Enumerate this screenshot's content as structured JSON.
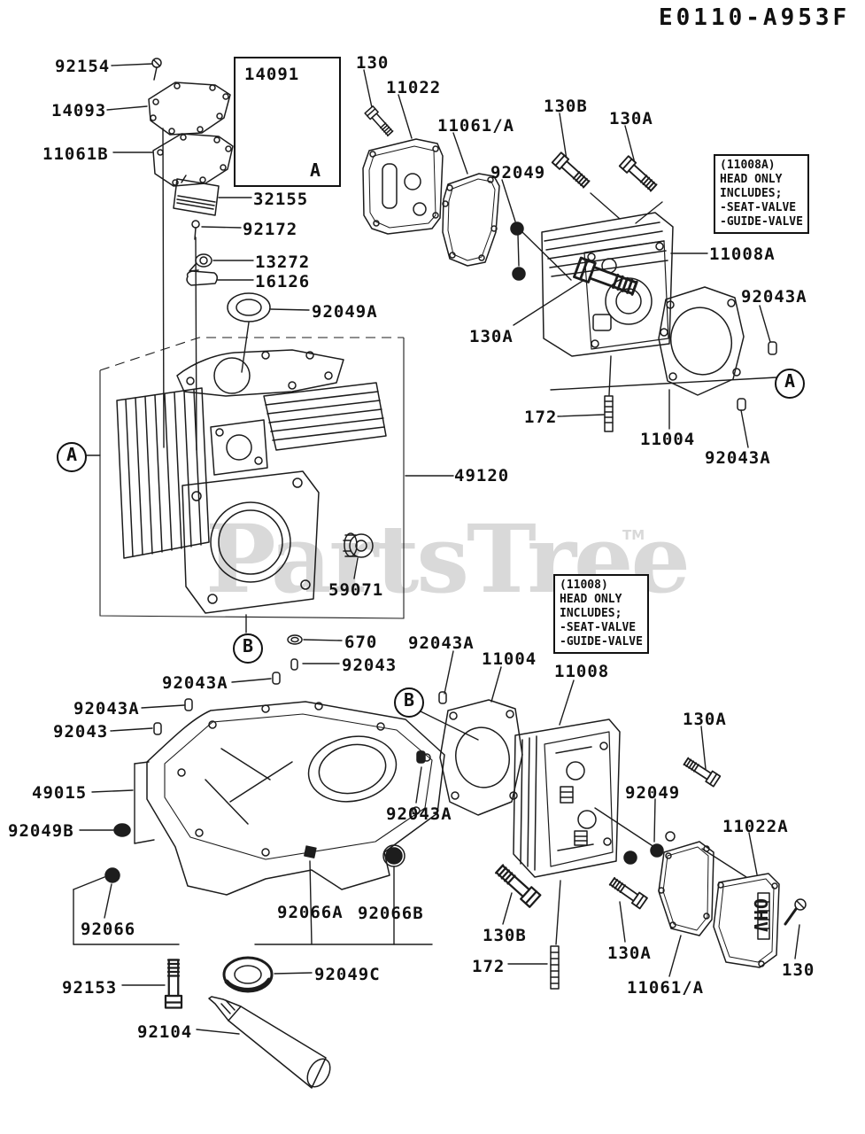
{
  "title": "E0110-A953F",
  "watermark": {
    "text": "PartsTree",
    "tm": "TM"
  },
  "info_boxes": [
    {
      "lines": [
        "(11008A)",
        "HEAD ONLY",
        "INCLUDES;",
        "-SEAT-VALVE",
        "-GUIDE-VALVE"
      ]
    },
    {
      "lines": [
        "(11008)",
        "HEAD ONLY",
        "INCLUDES;",
        "-SEAT-VALVE",
        "-GUIDE-VALVE"
      ]
    }
  ],
  "marks": {
    "box_letter": "A",
    "circle_a": "A",
    "circle_b": "B",
    "ohv": "OHV"
  },
  "labels": [
    {
      "text": "92154"
    },
    {
      "text": "14093"
    },
    {
      "text": "11061B"
    },
    {
      "text": "14091"
    },
    {
      "text": "32155"
    },
    {
      "text": "92172"
    },
    {
      "text": "13272"
    },
    {
      "text": "16126"
    },
    {
      "text": "92049A"
    },
    {
      "text": "130"
    },
    {
      "text": "11022"
    },
    {
      "text": "11061/A"
    },
    {
      "text": "92049"
    },
    {
      "text": "130B"
    },
    {
      "text": "130A"
    },
    {
      "text": "11008A"
    },
    {
      "text": "92043A"
    },
    {
      "text": "172"
    },
    {
      "text": "11004"
    },
    {
      "text": "92043A"
    },
    {
      "text": "130A"
    },
    {
      "text": "49120"
    },
    {
      "text": "59071"
    },
    {
      "text": "670"
    },
    {
      "text": "92043"
    },
    {
      "text": "92043A"
    },
    {
      "text": "11004"
    },
    {
      "text": "11008"
    },
    {
      "text": "92043A"
    },
    {
      "text": "92043A"
    },
    {
      "text": "92043"
    },
    {
      "text": "49015"
    },
    {
      "text": "92049B"
    },
    {
      "text": "92043A"
    },
    {
      "text": "130A"
    },
    {
      "text": "92049"
    },
    {
      "text": "11022A"
    },
    {
      "text": "92066"
    },
    {
      "text": "92066A"
    },
    {
      "text": "92066B"
    },
    {
      "text": "92049C"
    },
    {
      "text": "92153"
    },
    {
      "text": "92104"
    },
    {
      "text": "130B"
    },
    {
      "text": "172"
    },
    {
      "text": "130A"
    },
    {
      "text": "11061/A"
    },
    {
      "text": "130"
    }
  ]
}
